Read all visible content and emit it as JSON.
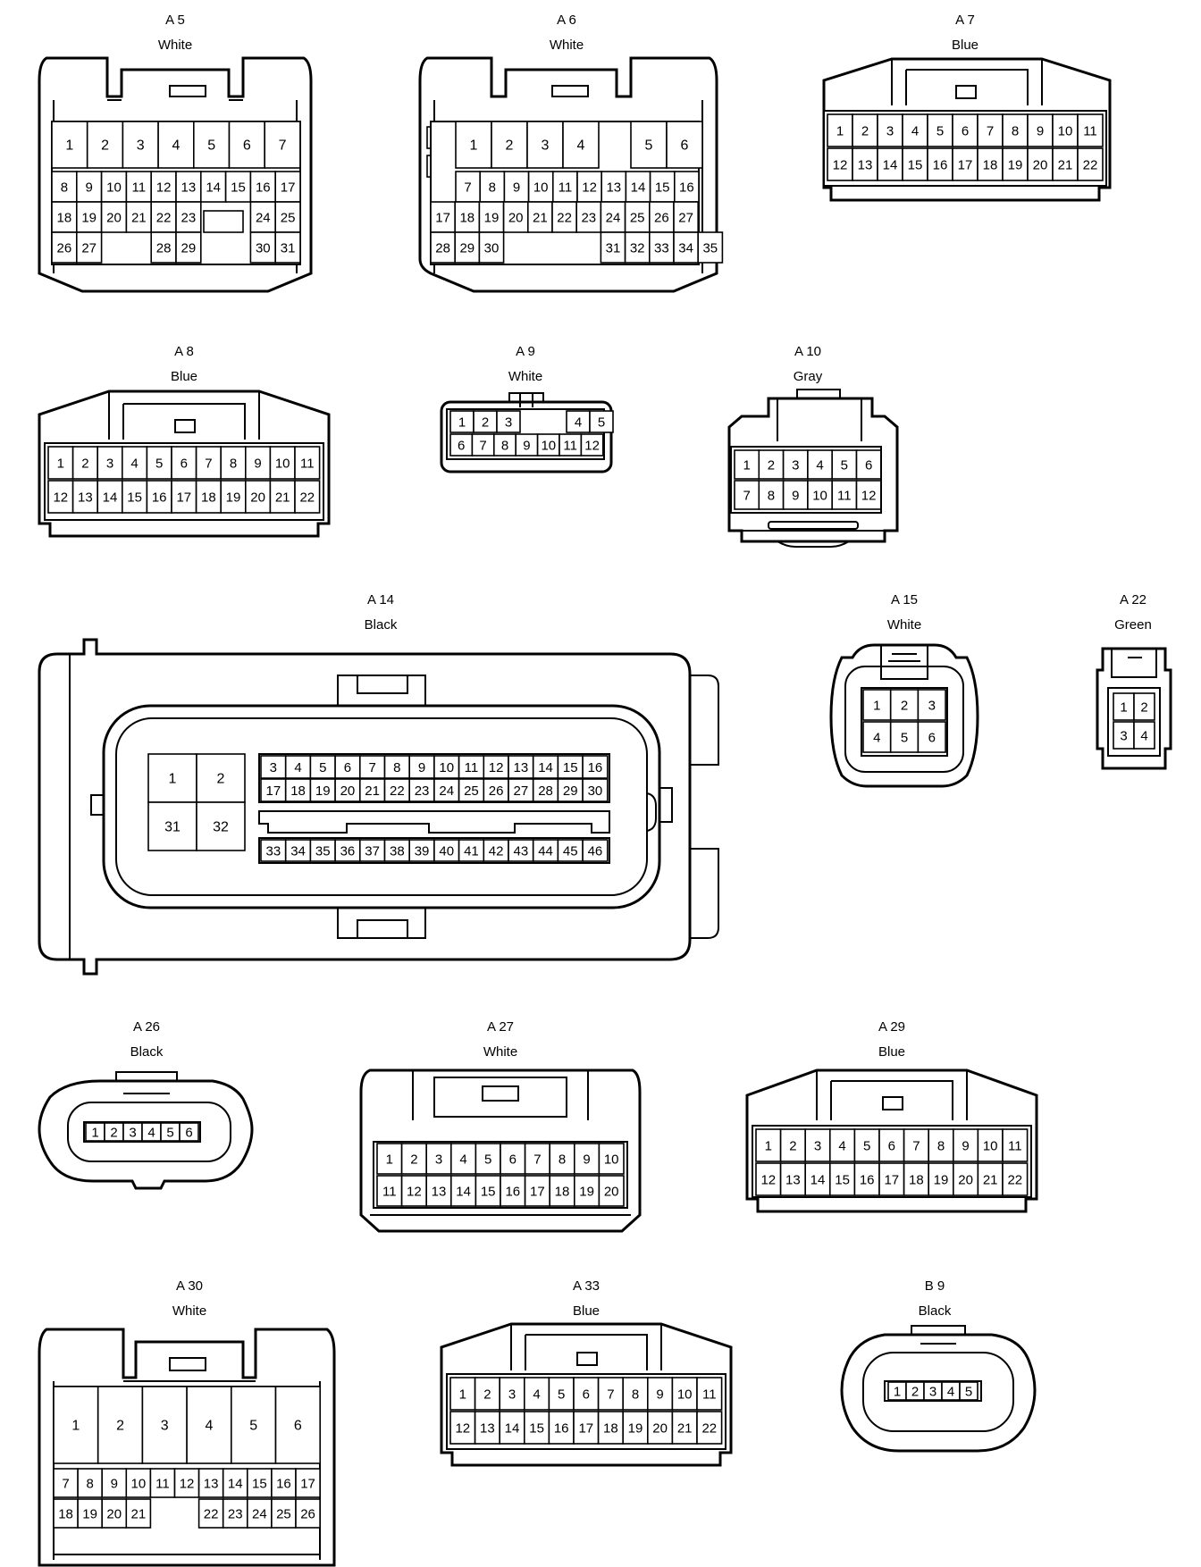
{
  "connectors": [
    {
      "id": "a5",
      "name": "A 5",
      "color": "White"
    },
    {
      "id": "a6",
      "name": "A 6",
      "color": "White"
    },
    {
      "id": "a7",
      "name": "A 7",
      "color": "Blue"
    },
    {
      "id": "a8",
      "name": "A 8",
      "color": "Blue"
    },
    {
      "id": "a9",
      "name": "A 9",
      "color": "White"
    },
    {
      "id": "a10",
      "name": "A 10",
      "color": "Gray"
    },
    {
      "id": "a14",
      "name": "A 14",
      "color": "Black"
    },
    {
      "id": "a15",
      "name": "A 15",
      "color": "White"
    },
    {
      "id": "a22",
      "name": "A 22",
      "color": "Green"
    },
    {
      "id": "a26",
      "name": "A 26",
      "color": "Black"
    },
    {
      "id": "a27",
      "name": "A 27",
      "color": "White"
    },
    {
      "id": "a29",
      "name": "A 29",
      "color": "Blue"
    },
    {
      "id": "a30",
      "name": "A 30",
      "color": "White"
    },
    {
      "id": "a33",
      "name": "A 33",
      "color": "Blue"
    },
    {
      "id": "b9",
      "name": "B 9",
      "color": "Black"
    }
  ]
}
